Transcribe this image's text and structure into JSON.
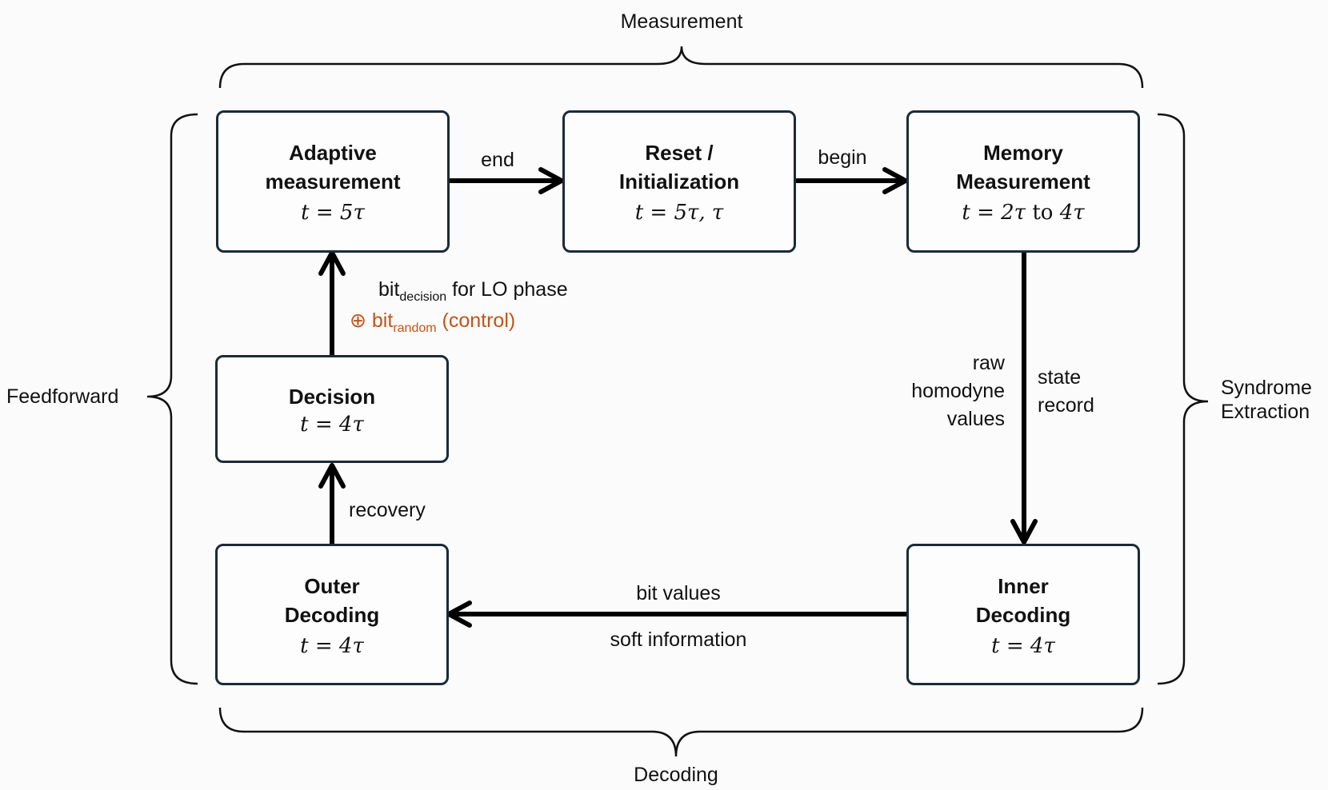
{
  "braces": {
    "top": "Measurement",
    "bottom": "Decoding",
    "left": "Feedforward",
    "right_line1": "Syndrome",
    "right_line2": "Extraction"
  },
  "boxes": {
    "adaptive": {
      "title_line1": "Adaptive",
      "title_line2": "measurement",
      "time": "t = 5τ"
    },
    "reset": {
      "title_line1": "Reset /",
      "title_line2": "Initialization",
      "time": "t = 5τ, τ"
    },
    "memory": {
      "title_line1": "Memory",
      "title_line2": "Measurement",
      "time_pre": "t = 2τ",
      "time_to": "to",
      "time_post": "4τ"
    },
    "decision": {
      "title": "Decision",
      "time": "t = 4τ"
    },
    "outer": {
      "title_line1": "Outer",
      "title_line2": "Decoding",
      "time": "t = 4τ"
    },
    "inner": {
      "title_line1": "Inner",
      "title_line2": "Decoding",
      "time": "t = 4τ"
    }
  },
  "edges": {
    "end": "end",
    "begin": "begin",
    "bit_decision_main": "bit",
    "bit_decision_sub": "decision",
    "bit_decision_tail": "for LO phase",
    "xor_symbol": "⊕",
    "bit_random_main": "bit",
    "bit_random_sub": "random",
    "bit_random_tail": "(control)",
    "raw_line1": "raw",
    "raw_line2": "homodyne",
    "raw_line3": "values",
    "state_line1": "state",
    "state_line2": "record",
    "recovery": "recovery",
    "bit_values": "bit values",
    "soft_information": "soft information"
  },
  "colors": {
    "box_border": "#1b2a36",
    "arrow": "#000000",
    "accent": "#c0551b"
  }
}
